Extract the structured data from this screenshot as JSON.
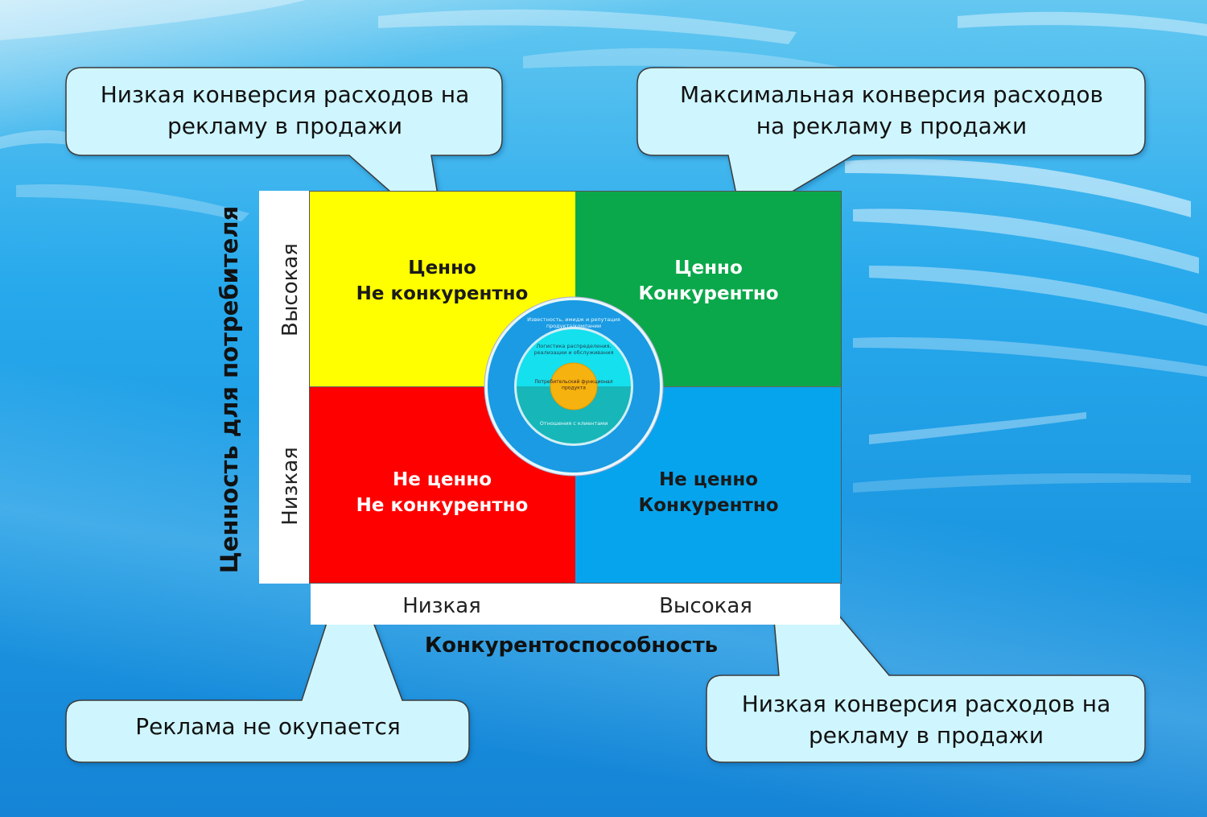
{
  "quadrants": {
    "top_left": "Ценно\nНе конкурентно",
    "top_right": "Ценно\nКонкурентно",
    "bottom_left": "Не ценно\nНе конкурентно",
    "bottom_right": "Не ценно\nКонкурентно"
  },
  "axes": {
    "y_title": "Ценность для потребителя",
    "y_high": "Высокая",
    "y_low": "Низкая",
    "x_title": "Конкурентоспособность",
    "x_low": "Низкая",
    "x_high": "Высокая"
  },
  "callouts": {
    "top_left": "Низкая конверсия расходов на\nрекламу в продажи",
    "top_right": "Максимальная конверсия расходов\nна рекламу в продажи",
    "bottom_left": "Реклама не окупается",
    "bottom_right": "Низкая конверсия расходов на\nрекламу в продажи"
  },
  "circle": {
    "outer": "Известность, имидж и репутация продукта/компании",
    "middle_top": "Логистика распределения, реализации и обслуживания",
    "core": "Потребительский функционал продукта",
    "middle_bottom": "Отношения с клиентами"
  },
  "colors": {
    "yellow": "#ffff00",
    "green": "#0aa84a",
    "red": "#ff0000",
    "blue": "#07a4ee",
    "callout_fill": "#cff6ff"
  }
}
